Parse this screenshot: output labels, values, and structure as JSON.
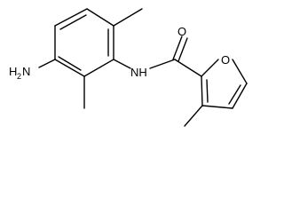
{
  "molecule": {
    "atoms": {
      "amine": {
        "main": "H",
        "sub": "2",
        "tail": "N"
      },
      "amide_nh": {
        "text": "NH"
      },
      "carbonyl_o": {
        "text": "O"
      },
      "furan_o": {
        "text": "O"
      }
    }
  }
}
